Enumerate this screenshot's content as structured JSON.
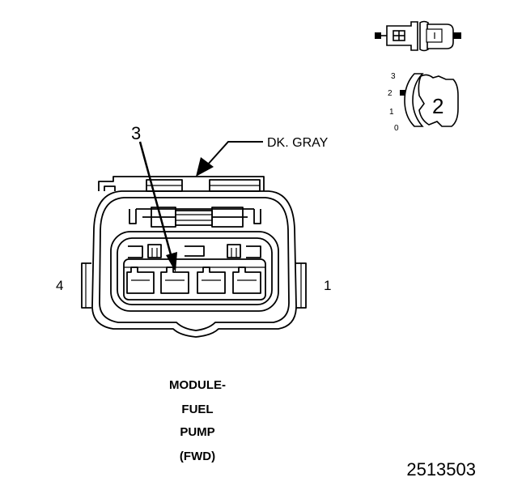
{
  "labels": {
    "pin_callout": "3",
    "wire_color": "DK. GRAY",
    "pin_left": "4",
    "pin_right": "1",
    "title_lines": [
      "MODULE-",
      "FUEL",
      "PUMP",
      "(FWD)"
    ],
    "figure_number": "2513503"
  },
  "inset": {
    "view_scale": [
      "3",
      "2",
      "1",
      "0"
    ],
    "view_number": "2"
  },
  "colors": {
    "line": "#000000",
    "background": "#ffffff"
  }
}
